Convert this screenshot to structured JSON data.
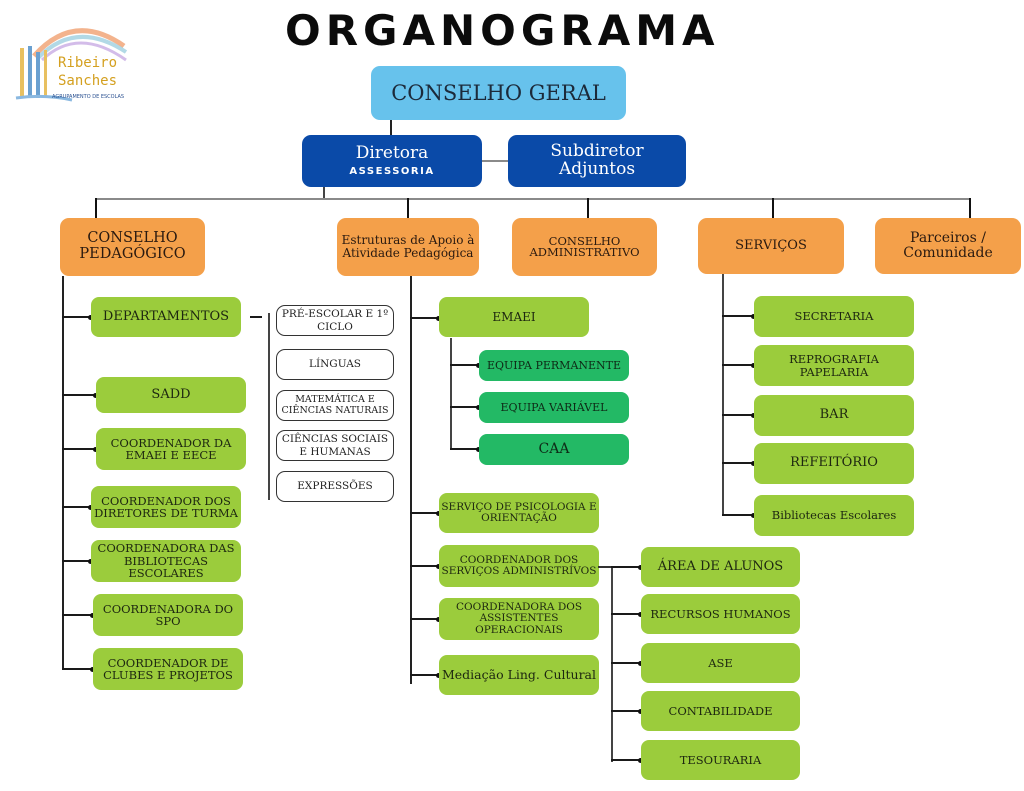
{
  "logo": {
    "line1": "Ribeiro",
    "line2": "Sanches",
    "tagline": "AGRUPAMENTO DE ESCOLAS"
  },
  "title": "ORGANOGRAMA",
  "colors": {
    "light_blue": "#67c2ec",
    "dark_blue": "#0a4aa8",
    "orange": "#f4a04a",
    "green": "#9bcc3c",
    "teal": "#23b965"
  },
  "top": {
    "conselho_geral": "CONSELHO GERAL",
    "diretora": "Diretora",
    "assessoria": "ASSESSORIA",
    "subdiretor_line1": "Subdiretor",
    "subdiretor_line2": "Adjuntos"
  },
  "level2": {
    "conselho_pedagogico": [
      "CONSELHO",
      "PEDAGÓGICO"
    ],
    "estruturas_apoio": [
      "Estruturas de Apoio à",
      "Atividade Pedagógica"
    ],
    "conselho_administrativo": [
      "CONSELHO",
      "ADMINISTRATIVO"
    ],
    "servicos": "SERVIÇOS",
    "parceiros": [
      "Parceiros /",
      "Comunidade"
    ]
  },
  "pedagogico": {
    "items": [
      "DEPARTAMENTOS",
      "SADD",
      "COORDENADOR DA EMAEI E EECE",
      "COORDENADOR DOS DIRETORES DE TURMA",
      "COORDENADORA DAS BIBLIOTECAS ESCOLARES",
      "COORDENADORA DO SPO",
      "COORDENADOR DE CLUBES E PROJETOS"
    ],
    "departamentos": [
      "PRÉ-ESCOLAR E 1º CICLO",
      "LÍNGUAS",
      "MATEMÁTICA E CIÊNCIAS NATURAIS",
      "CIÊNCIAS SOCIAIS E HUMANAS",
      "EXPRESSÕES"
    ]
  },
  "apoio": {
    "emaei": "EMAEI",
    "emaei_children": [
      "EQUIPA PERMANENTE",
      "EQUIPA VARIÁVEL",
      "CAA"
    ],
    "items": [
      "SERVIÇO DE PSICOLOGIA E ORIENTAÇÃO",
      "COORDENADOR DOS SERVIÇOS ADMINISTRÍVOS",
      "COORDENADORA DOS ASSISTENTES OPERACIONAIS",
      "Mediação Ling. Cultural"
    ],
    "admin_children": [
      "ÁREA DE ALUNOS",
      "RECURSOS HUMANOS",
      "ASE",
      "CONTABILIDADE",
      "TESOURARIA"
    ]
  },
  "servicos": {
    "items": [
      "SECRETARIA",
      "REPROGRAFIA PAPELARIA",
      "BAR",
      "REFEITÓRIO",
      "Bibliotecas Escolares"
    ]
  }
}
